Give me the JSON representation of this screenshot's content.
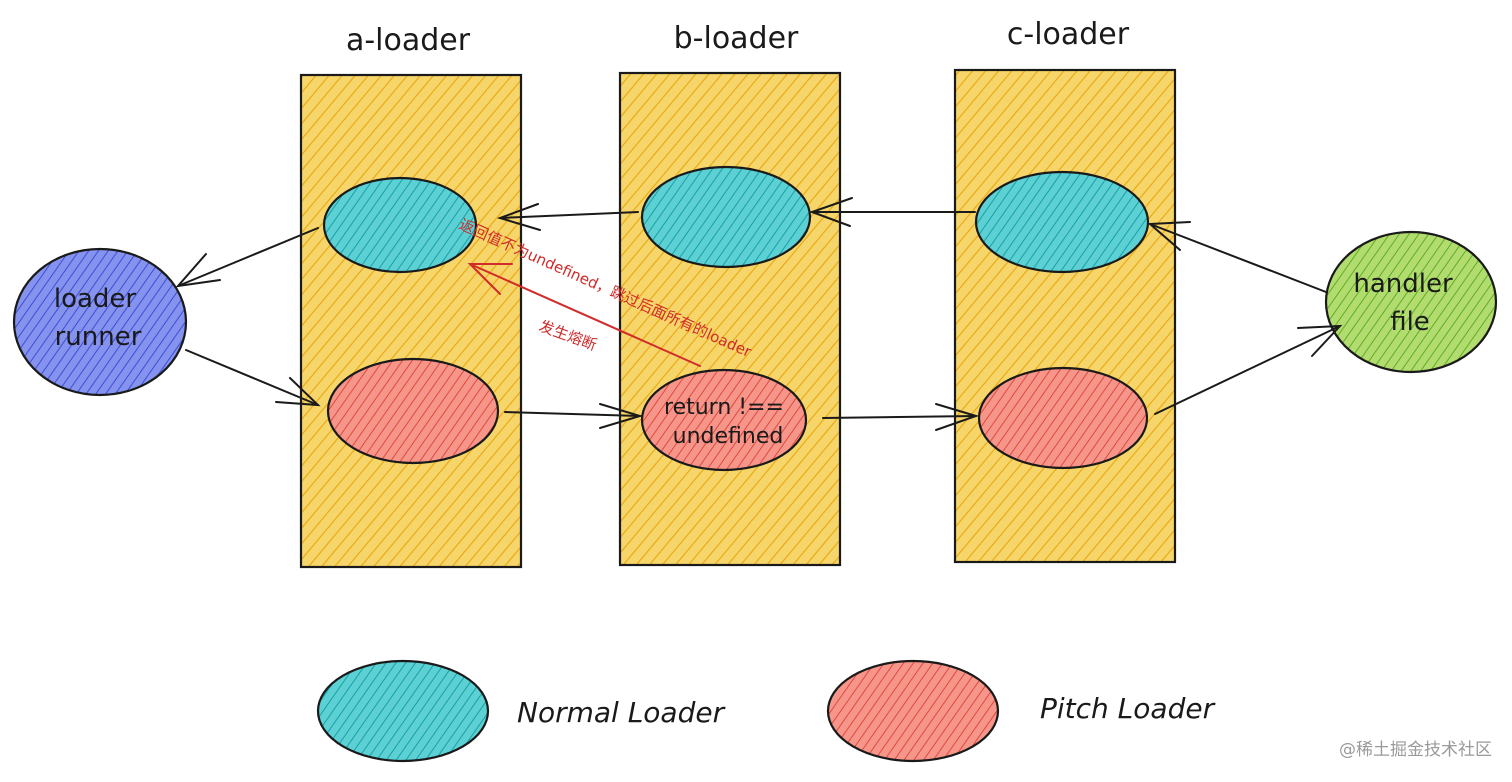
{
  "columns": [
    {
      "id": "a",
      "title": "a-loader"
    },
    {
      "id": "b",
      "title": "b-loader"
    },
    {
      "id": "c",
      "title": "c-loader"
    }
  ],
  "runner": {
    "line1": "loader",
    "line2": "runner"
  },
  "handler": {
    "line1": "handler",
    "line2": "file"
  },
  "pitch_b": {
    "line1": "return !==",
    "line2": "undefined"
  },
  "annotation": {
    "line1": "返回值不为undefined，跳过后面所有的loader",
    "line2": "发生熔断"
  },
  "legend": {
    "normal": "Normal Loader",
    "pitch": "Pitch Loader"
  },
  "watermark": "@稀土掘金技术社区",
  "colors": {
    "column_fill": "#f3c542",
    "column_hatch": "#e9a70f",
    "normal_fill": "#41c3c8",
    "normal_hatch": "#16a1a8",
    "pitch_fill": "#f37b6d",
    "pitch_hatch": "#e0493c",
    "runner_fill": "#6f7fe8",
    "runner_hatch": "#3b4fd8",
    "handler_fill": "#9ed04f",
    "handler_hatch": "#5fae22",
    "stroke": "#1a1a1a",
    "annotation": "#d12b2b"
  }
}
